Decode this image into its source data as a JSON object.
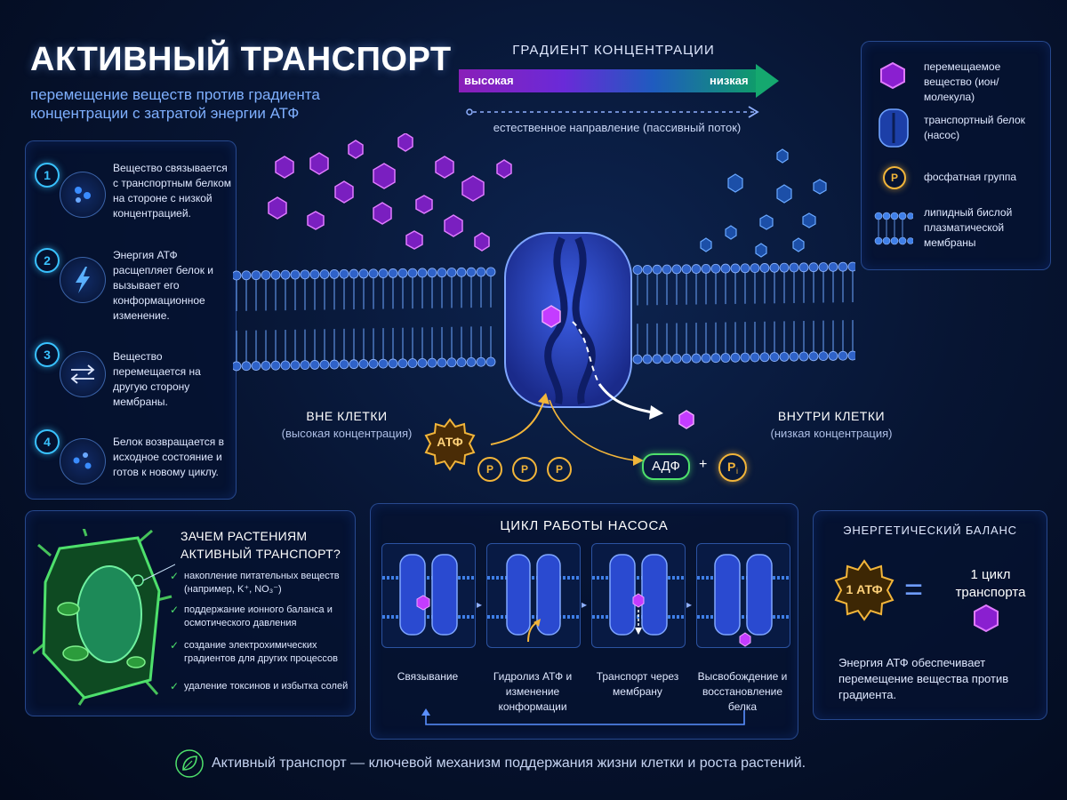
{
  "header": {
    "title": "АКТИВНЫЙ ТРАНСПОРТ",
    "subtitle": "перемещение веществ против градиента концентрации с затратой энергии АТФ"
  },
  "gradient": {
    "title": "ГРАДИЕНТ КОНЦЕНТРАЦИИ",
    "high_label": "высокая",
    "low_label": "низкая",
    "passive_label": "естественное направление (пассивный поток)"
  },
  "legend": {
    "items": [
      {
        "icon": "hexagon-molecule-icon",
        "label": "перемещаемое вещество (ион/молекула)"
      },
      {
        "icon": "transport-protein-icon",
        "label": "транспортный белок (насос)"
      },
      {
        "icon": "phosphate-group-icon",
        "label": "фосфатная группа"
      },
      {
        "icon": "lipid-bilayer-icon",
        "label": "липидный бислой плазматической мембраны"
      }
    ],
    "phosphate_symbol": "P"
  },
  "steps": [
    {
      "number": "1",
      "icon": "molecules-binding-icon",
      "text": "Вещество связывается с транспортным белком на стороне с низкой концентрацией."
    },
    {
      "number": "2",
      "icon": "lightning-icon",
      "text": "Энергия АТФ расщепляет белок и вызывает его конформационное изменение."
    },
    {
      "number": "3",
      "icon": "exchange-arrows-icon",
      "text": "Вещество перемещается на другую сторону мембраны."
    },
    {
      "number": "4",
      "icon": "molecules-return-icon",
      "text": "Белок возвращается в исходное состояние и готов к новому циклу."
    }
  ],
  "membrane": {
    "outside_title": "ВНЕ КЛЕТКИ",
    "outside_sub": "(высокая концентрация)",
    "inside_title": "ВНУТРИ КЛЕТКИ",
    "inside_sub": "(низкая концентрация)",
    "atp": "АТФ",
    "phosphate": "P",
    "adp": "АДФ",
    "plus": "+",
    "pi": "P",
    "pi_sub": "i"
  },
  "plants": {
    "title": "ЗАЧЕМ РАСТЕНИЯМ АКТИВНЫЙ ТРАНСПОРТ?",
    "items": [
      "накопление питательных веществ (например, K⁺, NO₃⁻)",
      "поддержание ионного баланса и осмотического давления",
      "создание электрохимических градиентов для других процессов",
      "удаление токсинов и избытка солей"
    ]
  },
  "cycle": {
    "title": "ЦИКЛ РАБОТЫ НАСОСА",
    "stages": [
      "Связывание",
      "Гидролиз АТФ и изменение конформации",
      "Транспорт через мембрану",
      "Высвобождение и восстановление белка"
    ]
  },
  "energy": {
    "title": "ЭНЕРГЕТИЧЕСКИЙ БАЛАНС",
    "atp_label": "1 АТФ",
    "equals": "=",
    "cycle_label": "1 цикл транспорта",
    "description": "Энергия АТФ обеспечивает перемещение вещества против градиента."
  },
  "footer": {
    "text": "Активный транспорт — ключевой механизм поддержания жизни клетки и роста растений."
  },
  "colors": {
    "background": "#071533",
    "accent_blue": "#39c2ff",
    "molecule_purple": "#c43cff",
    "molecule_blue": "#3a8cff",
    "atp_gold": "#f2b53a",
    "adp_green": "#4ee06c",
    "membrane_blue": "#3f7fe8"
  }
}
